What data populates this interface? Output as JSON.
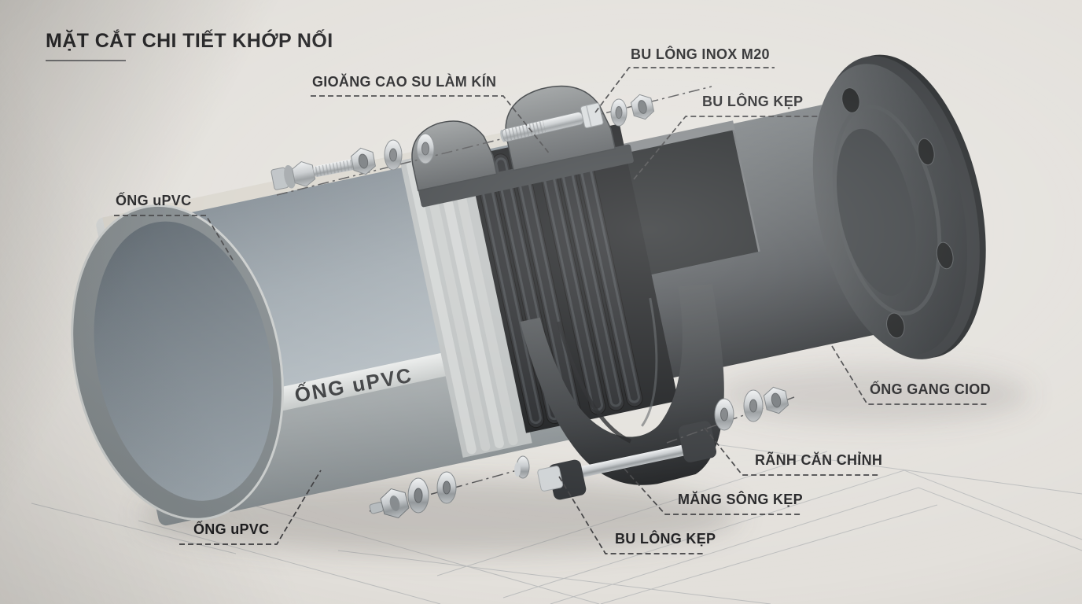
{
  "title": "MẶT CẮT CHI TIẾT KHỚP NỐI",
  "labels": {
    "bolt_inox_m20": "BU LÔNG INOX M20",
    "rubber_gasket": "GIOĂNG CAO SU LÀM KÍN",
    "clamp_bolt_top": "BU LÔNG KẸP",
    "upvc_pipe_left": "ỐNG uPVC",
    "upvc_pipe_print": "ỐNG uPVC",
    "upvc_pipe_bottom": "ỐNG uPVC",
    "cast_iron_pipe": "ỐNG GANG CIOD",
    "alignment_groove": "RÃNH CĂN CHỈNH",
    "clamp_sleeve": "MĂNG SÔNG KẸP",
    "clamp_bolt_bottom": "BU LÔNG KẸP"
  },
  "colors": {
    "background": "#e3e0db",
    "label_text": "#1b1b1d",
    "leader_line": "#3a3a3c",
    "upvc_pipe": "#b7bbbb",
    "cast_iron": "#3a3e41",
    "rubber_gasket": "#17191c",
    "steel_hardware": "#c3c7ca"
  }
}
